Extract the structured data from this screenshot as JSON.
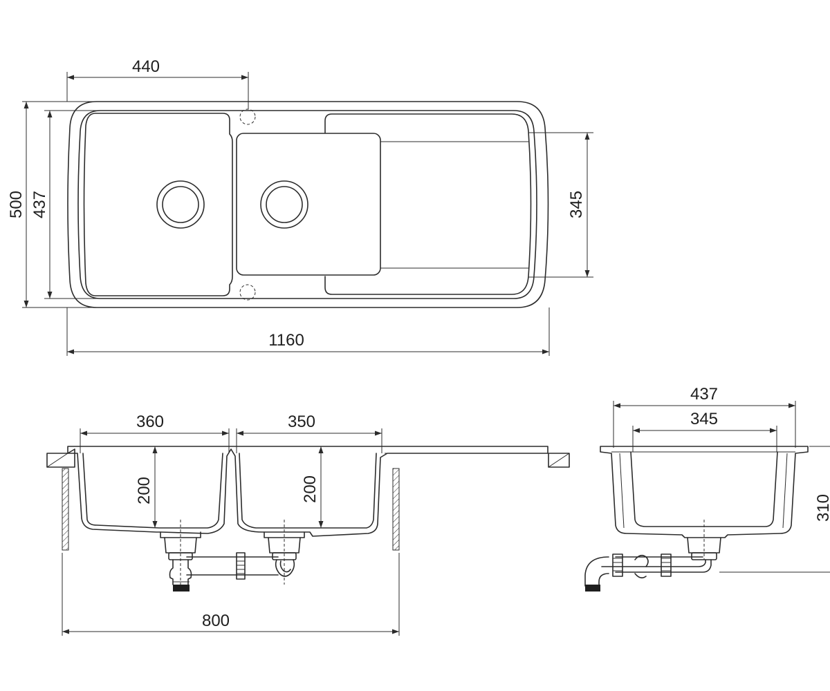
{
  "dimensions": {
    "top_width_440": "440",
    "top_height_500": "500",
    "top_height_437": "437",
    "top_drainer_345": "345",
    "top_length_1160": "1160",
    "front_bowl1_360": "360",
    "front_bowl2_350": "350",
    "front_depth1_200": "200",
    "front_depth2_200": "200",
    "front_cabinet_800": "800",
    "side_width_437": "437",
    "side_inner_345": "345",
    "side_height_310": "310"
  },
  "colors": {
    "line": "#2b2b2b",
    "text": "#1e1e1e",
    "background": "#ffffff"
  }
}
